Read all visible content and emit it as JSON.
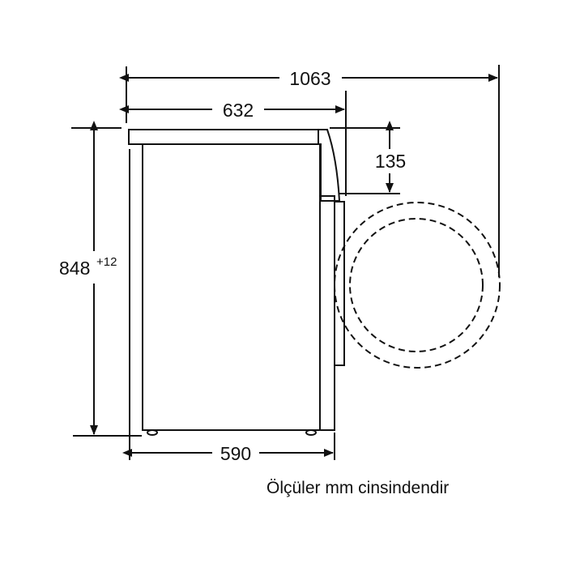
{
  "diagram": {
    "type": "technical-dimension-drawing",
    "subject": "washing machine side view",
    "dimensions": {
      "total_depth_door_open": "1063",
      "depth_with_door": "632",
      "door_protrusion_height": "135",
      "height_value": "848",
      "height_tolerance": "+12",
      "body_depth": "590"
    },
    "footnote": "Ölçüler mm cinsindendir",
    "colors": {
      "line": "#111111",
      "background": "#ffffff"
    }
  }
}
